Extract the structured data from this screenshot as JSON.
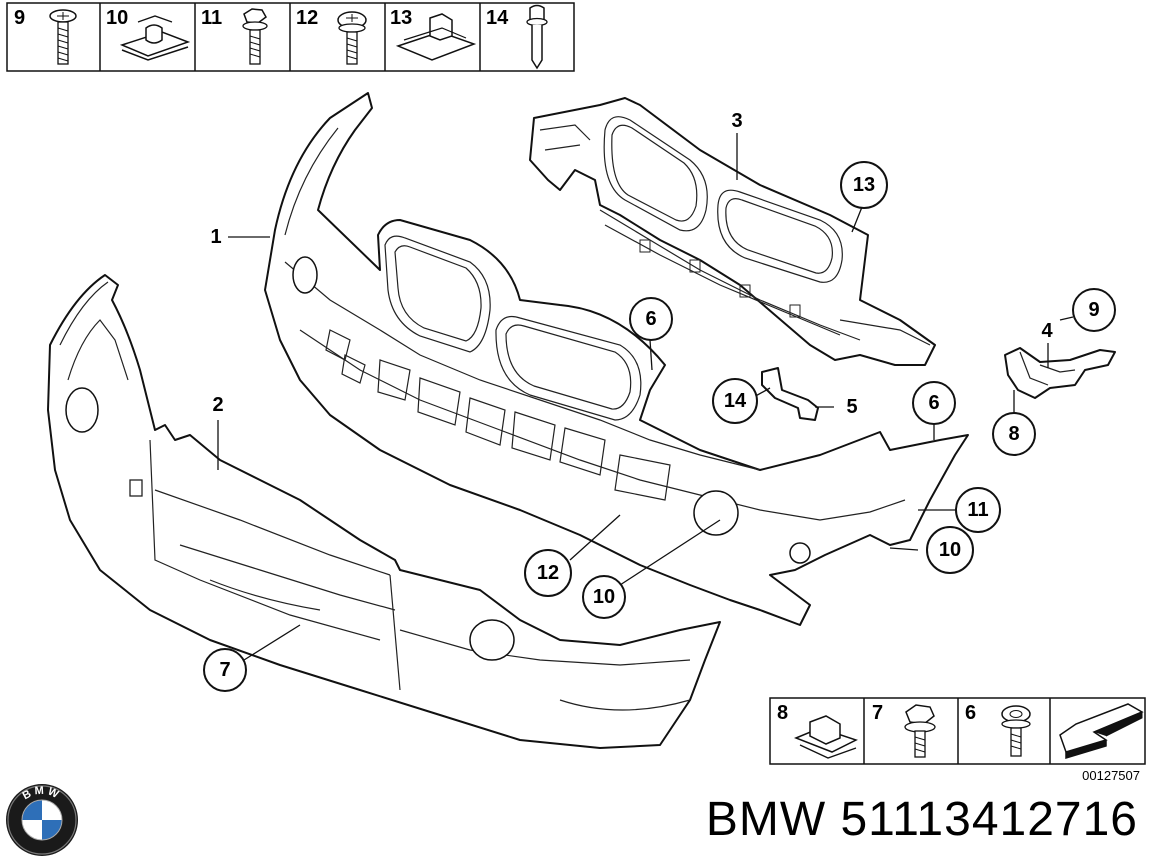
{
  "parts_table_top": {
    "cells": [
      {
        "number": "9",
        "item": "screw-icon"
      },
      {
        "number": "10",
        "item": "clip-nut-icon"
      },
      {
        "number": "11",
        "item": "hex-screw-icon"
      },
      {
        "number": "12",
        "item": "washer-screw-icon"
      },
      {
        "number": "13",
        "item": "clip-nut-icon"
      },
      {
        "number": "14",
        "item": "rivet-icon"
      }
    ]
  },
  "parts_table_bottom": {
    "cells": [
      {
        "number": "8",
        "item": "clip-nut-icon"
      },
      {
        "number": "7",
        "item": "hex-screw-icon"
      },
      {
        "number": "6",
        "item": "washer-screw-icon"
      }
    ],
    "last_cell_icon": "arrow-icon"
  },
  "callouts": {
    "c1": "1",
    "c2": "2",
    "c3": "3",
    "c4": "4",
    "c5": "5",
    "c6a": "6",
    "c6b": "6",
    "c7": "7",
    "c8": "8",
    "c9": "9",
    "c10a": "10",
    "c10b": "10",
    "c11": "11",
    "c12": "12",
    "c13": "13",
    "c14": "14"
  },
  "drawing_id": "00127507",
  "brand": {
    "text": "BMW 51113412716",
    "logo_letters": "BMW",
    "logo_icon": "bmw-roundel-icon"
  }
}
